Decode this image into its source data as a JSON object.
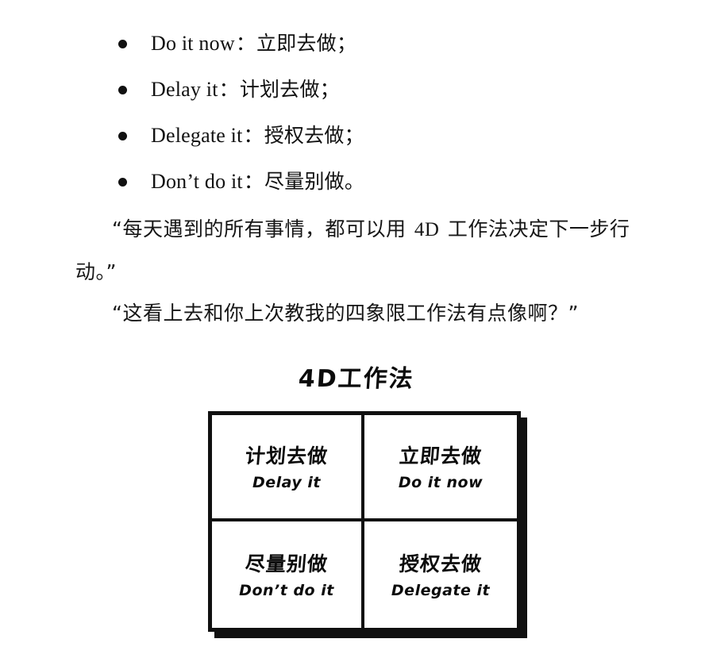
{
  "page": {
    "background": "#ffffff",
    "ink": "#111111"
  },
  "bullets": [
    {
      "term": "Do it now",
      "separator": "：",
      "gloss": "立即去做；"
    },
    {
      "term": "Delay it",
      "separator": "：",
      "gloss": "计划去做；"
    },
    {
      "term": "Delegate it",
      "separator": "：",
      "gloss": "授权去做；"
    },
    {
      "term": "Don’t do it",
      "separator": "：",
      "gloss": "尽量别做。"
    }
  ],
  "paragraphs": {
    "quote_1_part_a": "“每天遇到的所有事情，都可以用 ",
    "quote_1_latin": "4D",
    "quote_1_part_b": " 工作法决定下一步行动。”",
    "quote_2": "“这看上去和你上次教我的四象限工作法有点像啊？”"
  },
  "diagram": {
    "title": "4D工作法",
    "quadrants": [
      {
        "position": "top-left",
        "cn": "计划去做",
        "en": "Delay it"
      },
      {
        "position": "top-right",
        "cn": "立即去做",
        "en": "Do it now"
      },
      {
        "position": "bottom-left",
        "cn": "尽量别做",
        "en": "Don’t do it"
      },
      {
        "position": "bottom-right",
        "cn": "授权去做",
        "en": "Delegate it"
      }
    ]
  }
}
